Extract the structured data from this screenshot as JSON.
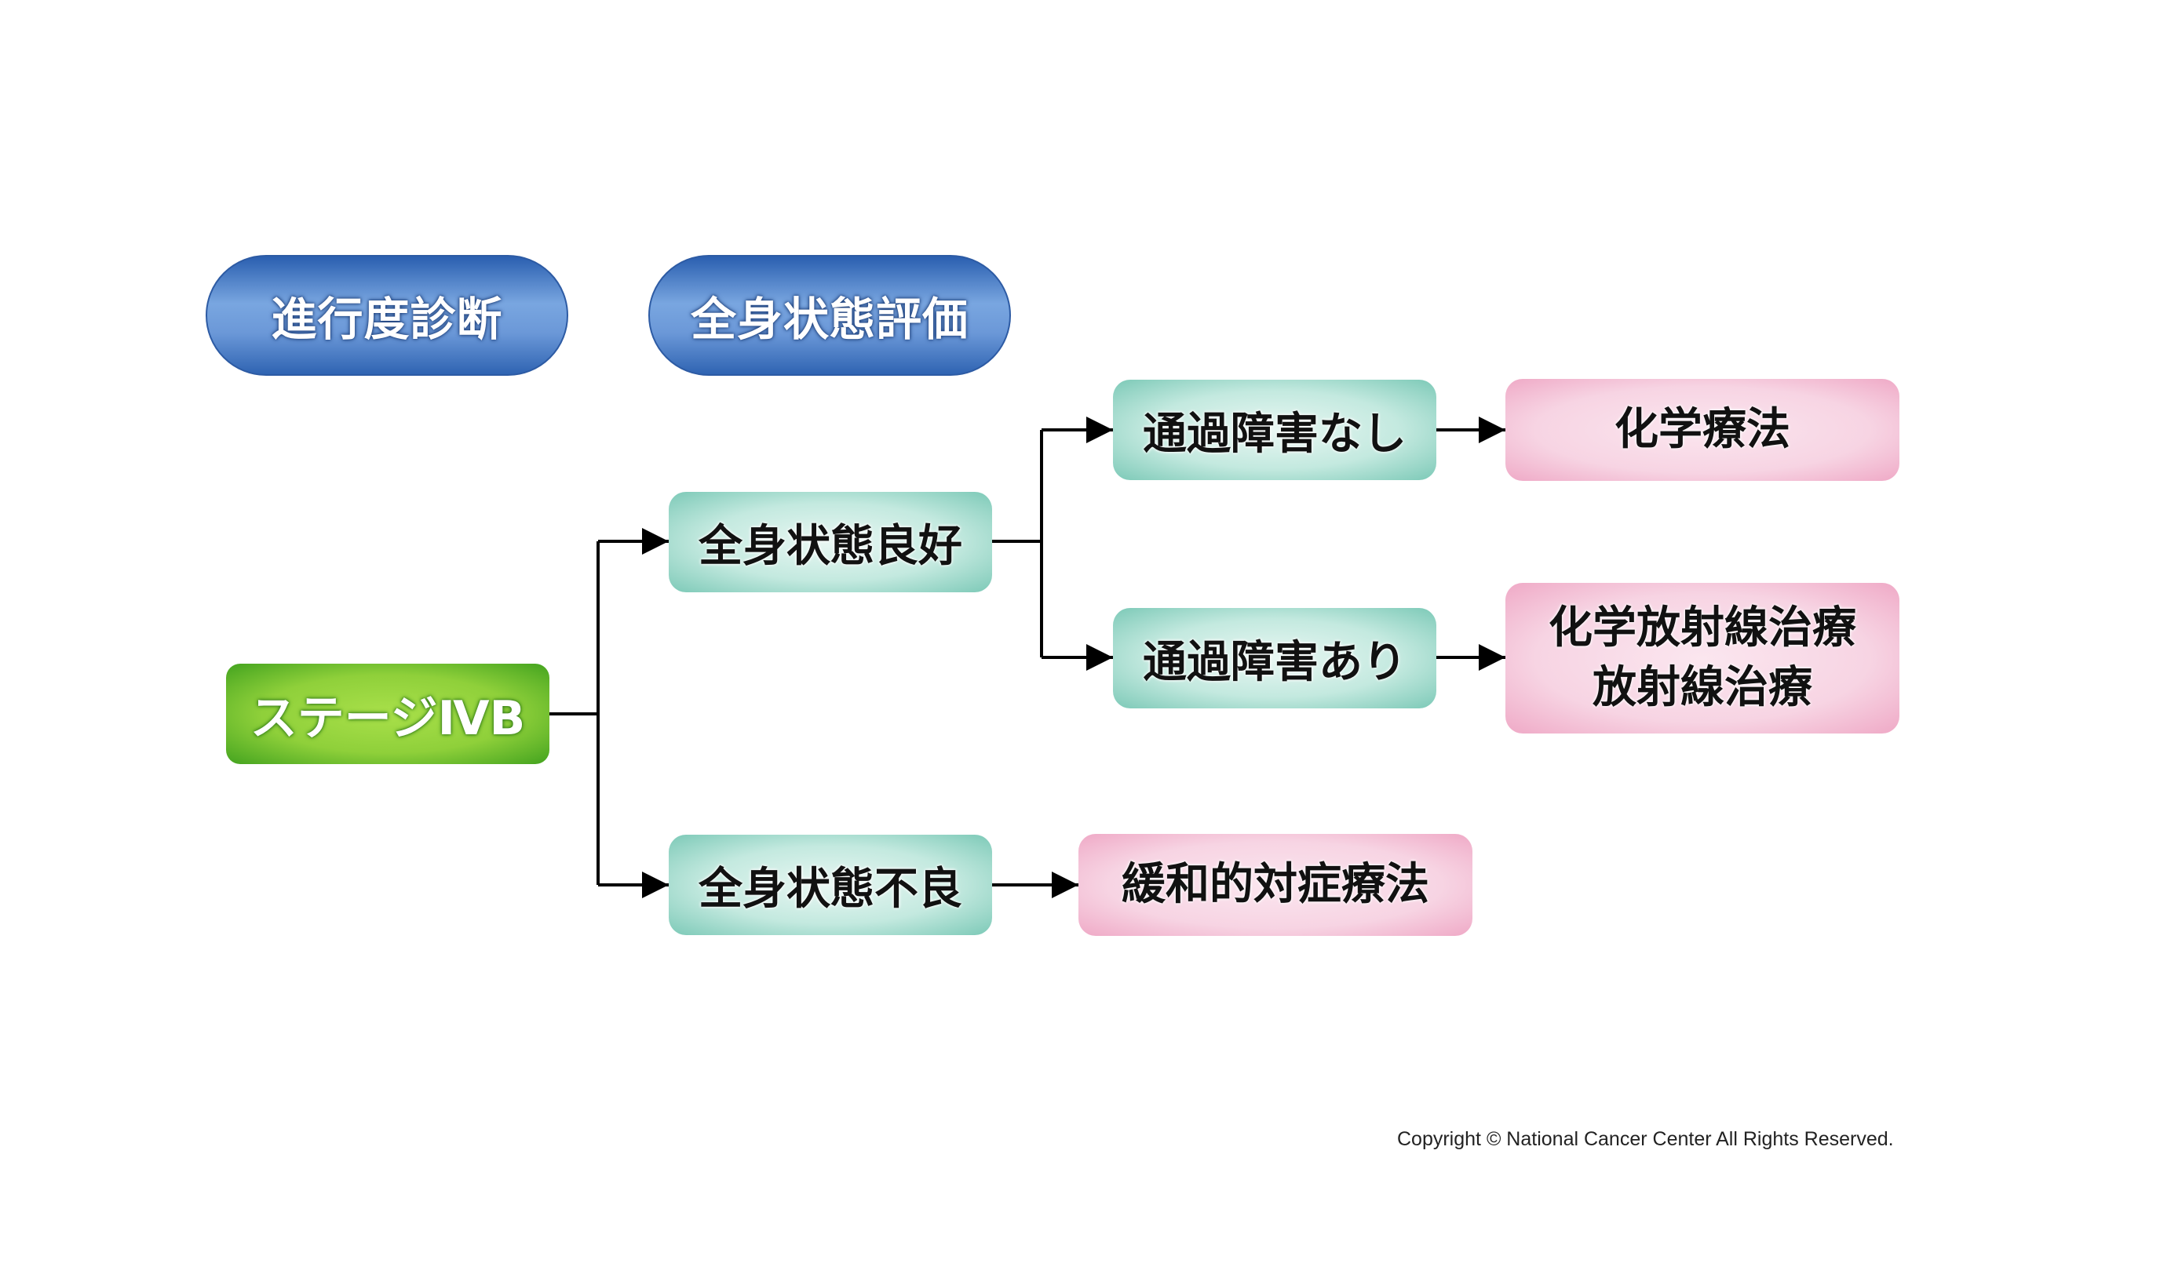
{
  "headers": {
    "stage_diagnosis": "進行度診断",
    "general_condition": "全身状態評価"
  },
  "nodes": {
    "stage": "ステージⅣB",
    "good_condition": "全身状態良好",
    "poor_condition": "全身状態不良",
    "no_obstruction": "通過障害なし",
    "obstruction": "通過障害あり",
    "chemotherapy": "化学療法",
    "chemoradiotherapy": "化学放射線治療",
    "radiotherapy": "放射線治療",
    "palliative": "緩和的対症療法"
  },
  "copyright": "Copyright © National Cancer Center All Rights Reserved.",
  "colors": {
    "header_blue": "#4f81c9",
    "stage_green": "#8fd03a",
    "condition_teal": "#c3e9df",
    "treatment_pink": "#f7d4e3",
    "connector": "#000000"
  }
}
